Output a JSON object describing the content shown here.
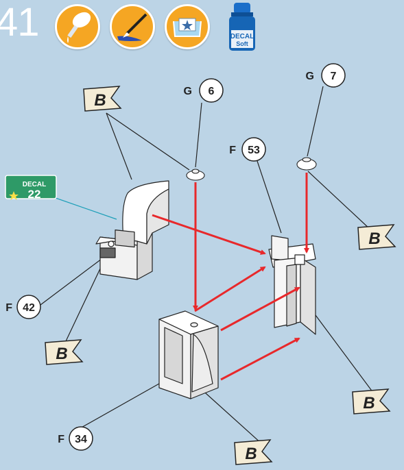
{
  "header": {
    "step_number": "41",
    "tools": [
      {
        "icon": "glue-applicator-icon"
      },
      {
        "icon": "paint-brush-icon"
      },
      {
        "icon": "decal-water-tray-icon"
      },
      {
        "icon": "decal-softener-bottle-icon"
      }
    ],
    "bottle_label_top": "DECAL",
    "bottle_label_bottom": "Soft"
  },
  "decal_tag": {
    "label": "DECAL",
    "number": "22"
  },
  "flag_letter": "B",
  "part_callouts": [
    {
      "letter": "G",
      "number": "6"
    },
    {
      "letter": "G",
      "number": "7"
    },
    {
      "letter": "F",
      "number": "53"
    },
    {
      "letter": "F",
      "number": "42"
    },
    {
      "letter": "F",
      "number": "34"
    }
  ],
  "colors": {
    "background": "#bcd4e6",
    "arrow": "#e8282b",
    "badge": "#f5a623",
    "decal_tag": "#2e9a67",
    "bottle": "#1665b5"
  }
}
